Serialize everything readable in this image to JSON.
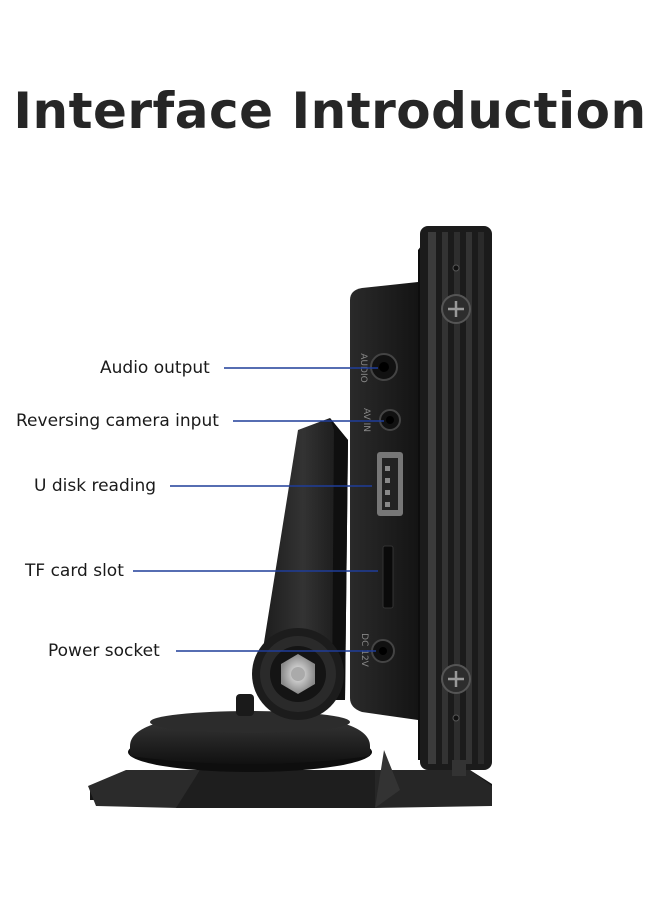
{
  "title": "Interface Introduction",
  "callouts": [
    {
      "id": "audio-output",
      "label": "Audio output"
    },
    {
      "id": "reversing-camera-input",
      "label": "Reversing camera input"
    },
    {
      "id": "u-disk-reading",
      "label": "U disk reading"
    },
    {
      "id": "tf-card-slot",
      "label": "TF card slot"
    },
    {
      "id": "power-socket",
      "label": "Power socket"
    }
  ],
  "port_markings": {
    "audio": "AUDIO",
    "av_in": "AV IN",
    "dc": "DC 12V"
  },
  "colors": {
    "leader_line": "#1f3d99",
    "device_body": "#1c1c1c",
    "title": "#262626"
  }
}
